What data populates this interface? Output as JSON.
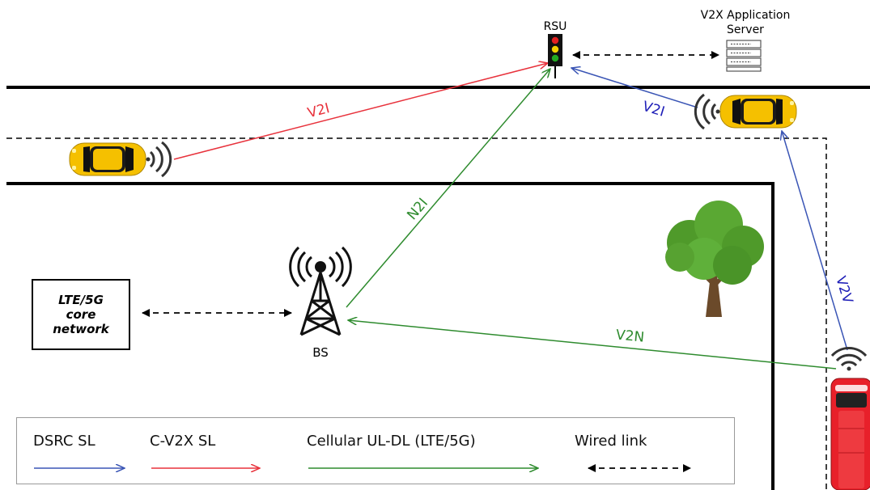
{
  "labels": {
    "rsu": "RSU",
    "server_line1": "V2X Application",
    "server_line2": "Server",
    "bs": "BS",
    "core_line1": "LTE/5G",
    "core_line2": "core",
    "core_line3": "network"
  },
  "links": {
    "v2i_left": "V2I",
    "v2i_right": "V2I",
    "n2i": "N2I",
    "v2v": "V2V",
    "v2n": "V2N"
  },
  "legend": {
    "dsrc": "DSRC SL",
    "cv2x": "C-V2X SL",
    "cellular": "Cellular UL-DL (LTE/5G)",
    "wired": "Wired link"
  },
  "colors": {
    "dsrc": "#3a55b5",
    "cv2x": "#e8323c",
    "cellular": "#2e8b2e",
    "wired": "#000000",
    "car": "#f5c000",
    "van": "#e8202a",
    "tree": "#4f9a2a",
    "trunk": "#6b4a2a"
  }
}
